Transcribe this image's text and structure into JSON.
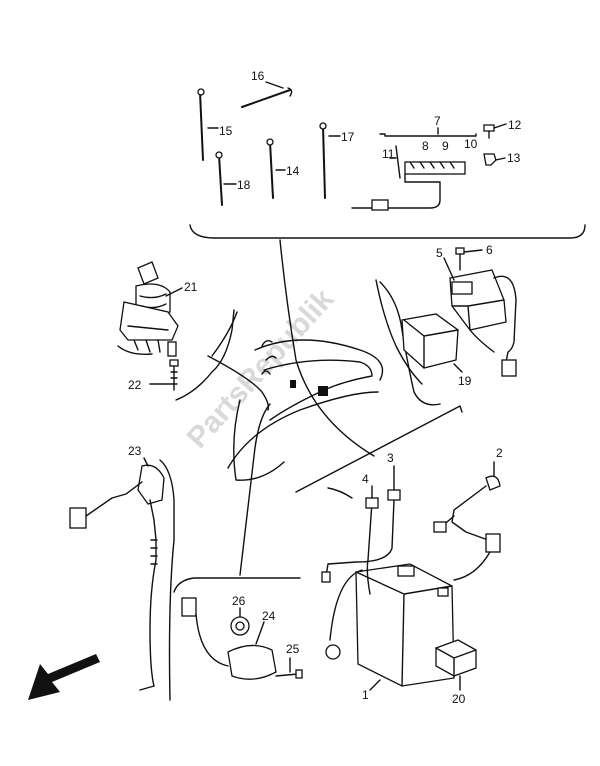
{
  "watermark": "PartsRepublik",
  "callouts": [
    {
      "id": "c1",
      "label": "1"
    },
    {
      "id": "c2",
      "label": "2"
    },
    {
      "id": "c3",
      "label": "3"
    },
    {
      "id": "c4",
      "label": "4"
    },
    {
      "id": "c5",
      "label": "5"
    },
    {
      "id": "c6",
      "label": "6"
    },
    {
      "id": "c7",
      "label": "7"
    },
    {
      "id": "c8",
      "label": "8"
    },
    {
      "id": "c9",
      "label": "9"
    },
    {
      "id": "c10",
      "label": "10"
    },
    {
      "id": "c11",
      "label": "11"
    },
    {
      "id": "c12",
      "label": "12"
    },
    {
      "id": "c13",
      "label": "13"
    },
    {
      "id": "c14",
      "label": "14"
    },
    {
      "id": "c15",
      "label": "15"
    },
    {
      "id": "c16",
      "label": "16"
    },
    {
      "id": "c17",
      "label": "17"
    },
    {
      "id": "c18",
      "label": "18"
    },
    {
      "id": "c19",
      "label": "19"
    },
    {
      "id": "c20",
      "label": "20"
    },
    {
      "id": "c21",
      "label": "21"
    },
    {
      "id": "c22",
      "label": "22"
    },
    {
      "id": "c23",
      "label": "23"
    },
    {
      "id": "c24",
      "label": "24"
    },
    {
      "id": "c25",
      "label": "25"
    },
    {
      "id": "c26",
      "label": "26"
    }
  ]
}
